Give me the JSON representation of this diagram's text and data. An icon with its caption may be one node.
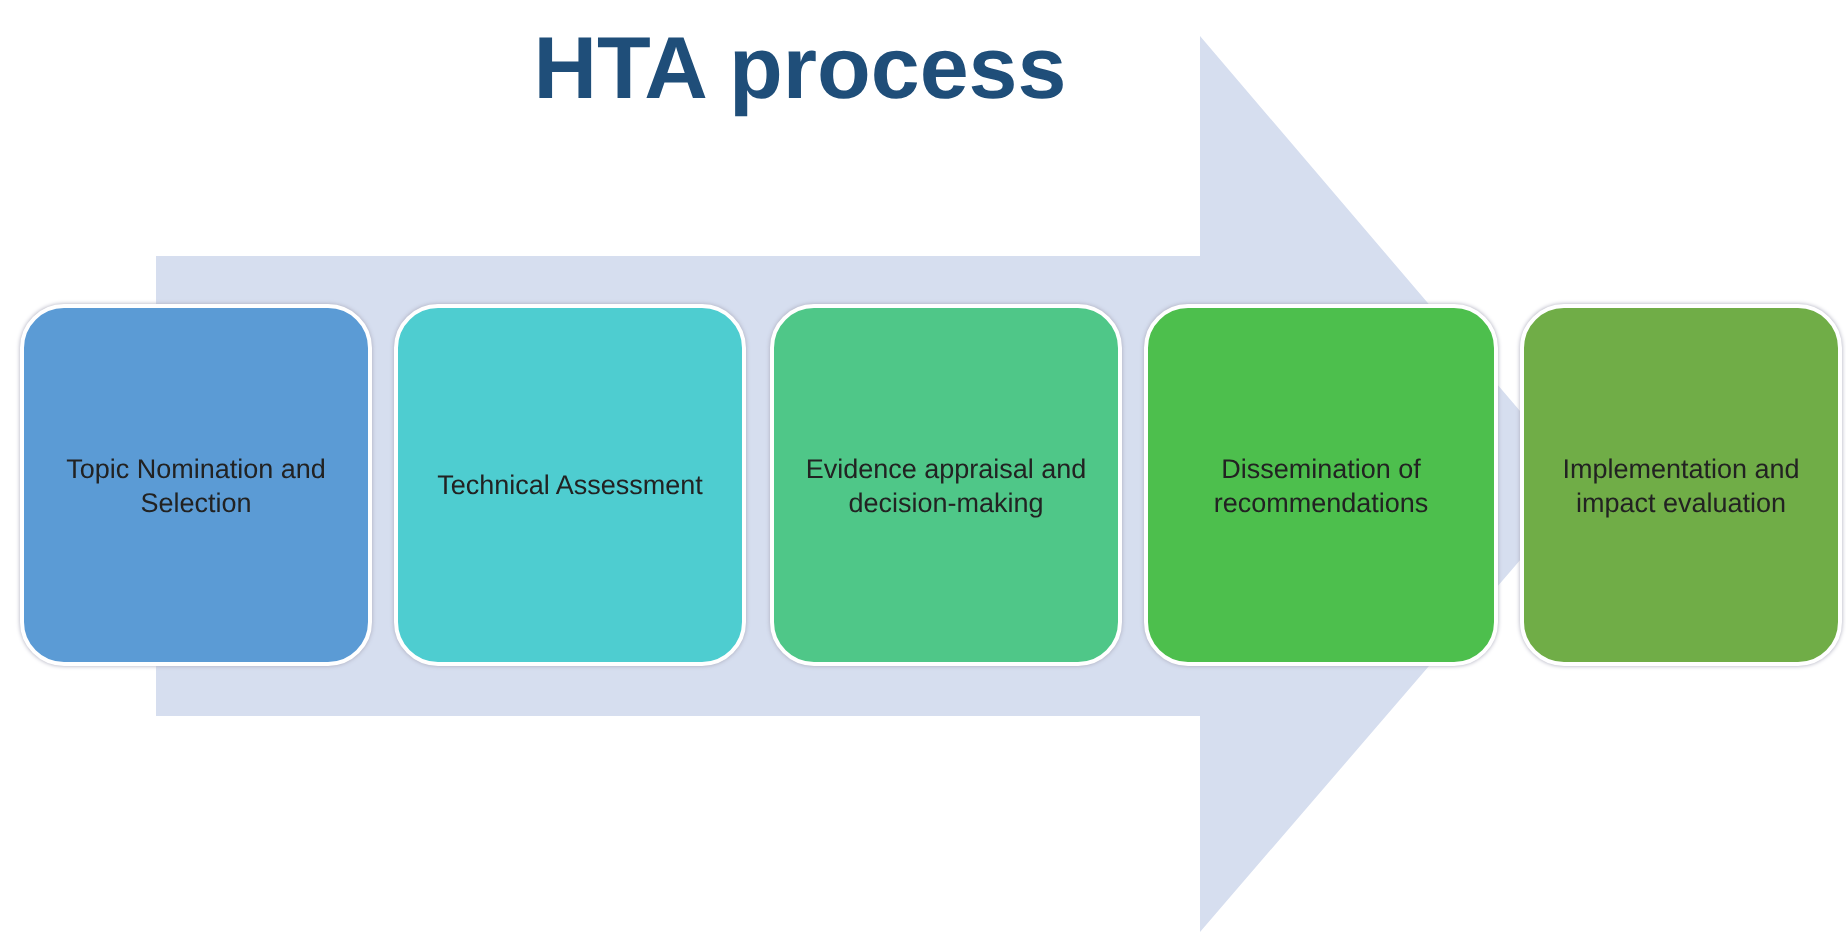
{
  "diagram": {
    "title": "HTA process",
    "nodes": [
      {
        "text": [
          "Topic Nomination and Selection"
        ]
      },
      {
        "text": [
          "Technical Assessment"
        ]
      },
      {
        "text": [
          "Evidence appraisal and decision-making"
        ]
      },
      {
        "text": [
          "Dissemination of recommendations"
        ]
      },
      {
        "text": [
          "Implementation and impact evaluation"
        ]
      }
    ],
    "edges": [
      {
        "from": 0,
        "to": 4,
        "arrow": "to"
      }
    ]
  }
}
